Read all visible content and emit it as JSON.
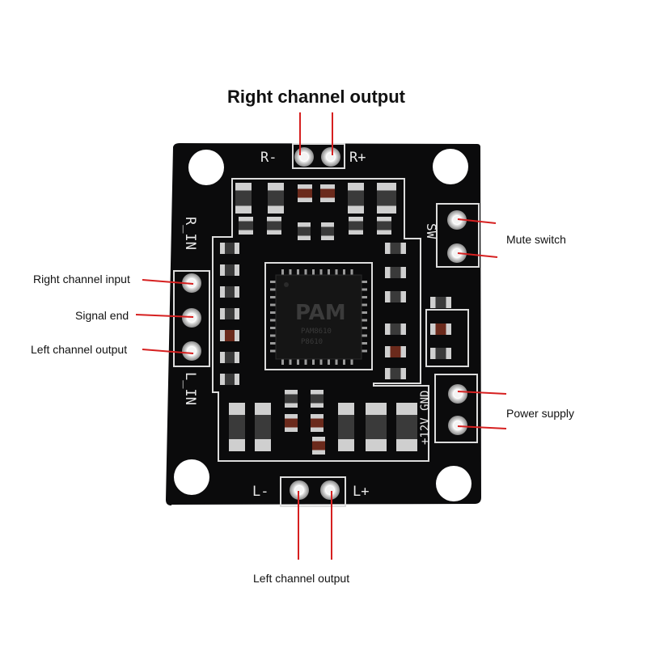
{
  "labels": {
    "top": "Right channel output",
    "mute": "Mute switch",
    "right_input": "Right channel input",
    "signal": "Signal end",
    "left_input": "Left channel output",
    "power": "Power supply",
    "bottom": "Left channel output"
  },
  "silkscreen": {
    "r_minus": "R-",
    "r_plus": "R+",
    "l_minus": "L-",
    "l_plus": "L+",
    "r_in": "R_IN",
    "l_in": "L_IN",
    "sw": "SW",
    "pwr": "+12V GND",
    "chip_logo": "PAM",
    "chip_text1": "PAM8610",
    "chip_text2": "P8610"
  },
  "colors": {
    "pcb": "#0b0b0c",
    "silk": "#e8e8e8",
    "pointer": "#d62020",
    "pad": "#c9c9c9"
  }
}
